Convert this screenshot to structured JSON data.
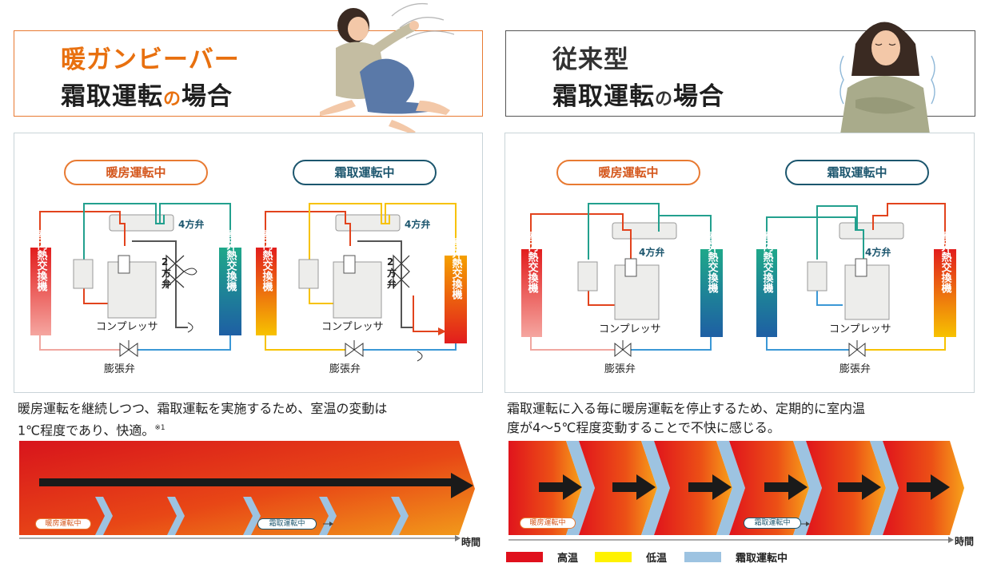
{
  "left": {
    "title_line1": "暖ガンビーバー",
    "title_line2_main": "霜取運転",
    "title_line2_small": "の",
    "title_line2_end": "場合",
    "diagram_heat_label": "暖房運転中",
    "diagram_defrost_label": "霜取運転中",
    "description_line1": "暖房運転を継続しつつ、霜取運転を実施するため、室温の変動は",
    "description_line2": "1℃程度であり、快適。",
    "description_note": "※1",
    "bar_heat_label": "暖房運転中",
    "bar_defrost_label": "霜取運転中",
    "time_label": "時間"
  },
  "right": {
    "title_line1": "従来型",
    "title_line2_main": "霜取運転",
    "title_line2_small": "の",
    "title_line2_end": "場合",
    "diagram_heat_label": "暖房運転中",
    "diagram_defrost_label": "霜取運転中",
    "description_line1": "霜取運転に入る毎に暖房運転を停止するため、定期的に室内温",
    "description_line2": "度が4～5℃程度変動することで不快に感じる。",
    "bar_heat_label": "暖房運転中",
    "bar_defrost_label": "霜取運転中",
    "time_label": "時間"
  },
  "labels": {
    "indoor_hx": "室内熱交換機",
    "outdoor_hx": "室外熱交換機",
    "four_way_valve": "4方弁",
    "two_way_valve": "2方弁",
    "compressor": "コンプレッサ",
    "expansion_valve": "膨張弁"
  },
  "legend": [
    {
      "label": "高温",
      "color": "#e0101c"
    },
    {
      "label": "低温",
      "color": "#fff200"
    },
    {
      "label": "霜取運転中",
      "color": "#9dc3e1"
    }
  ],
  "colors": {
    "orange_accent": "#e87a32",
    "navy_accent": "#1c566e",
    "teal_pipe": "#23a08e",
    "red_pipe": "#e2431d",
    "yellow_pipe": "#f7c200",
    "blue_pipe": "#3b98d6"
  }
}
